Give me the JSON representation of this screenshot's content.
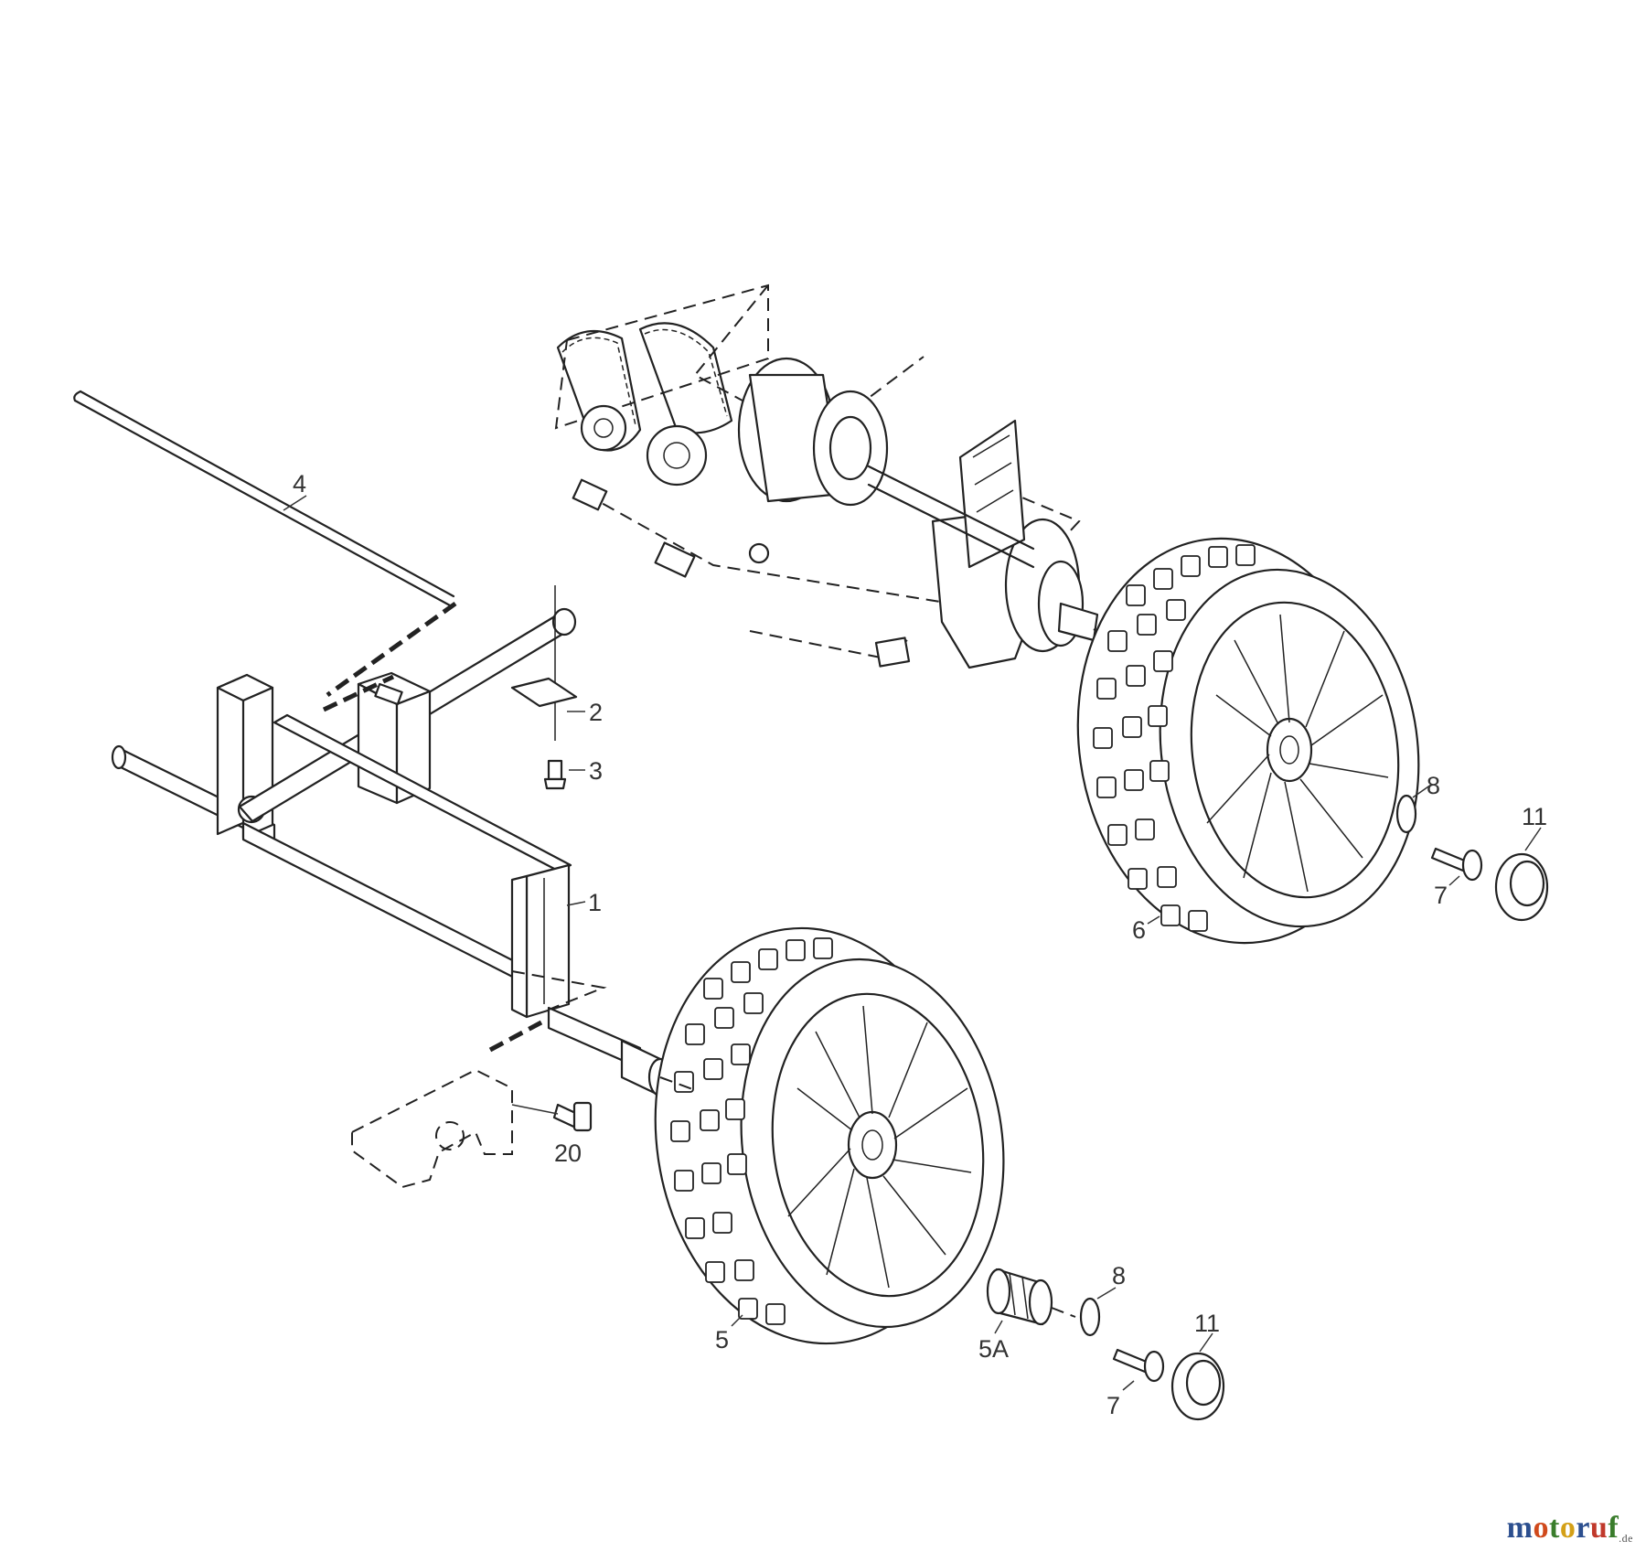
{
  "labels": {
    "p1": "1",
    "p2": "2",
    "p3": "3",
    "p4": "4",
    "p5": "5",
    "p5a": "5A",
    "p6": "6",
    "p7_upper": "7",
    "p7_lower": "7",
    "p8_upper": "8",
    "p8_lower": "8",
    "p11_upper": "11",
    "p11_lower": "11",
    "p20": "20"
  },
  "watermark": {
    "letters": [
      "m",
      "o",
      "t",
      "o",
      "r",
      "u",
      "f"
    ],
    "colors": [
      "#2c4f8f",
      "#d04a1c",
      "#3a7d2c",
      "#d4a017",
      "#2c4f8f",
      "#c0392b",
      "#3a7d2c"
    ],
    "tld": ".de"
  }
}
